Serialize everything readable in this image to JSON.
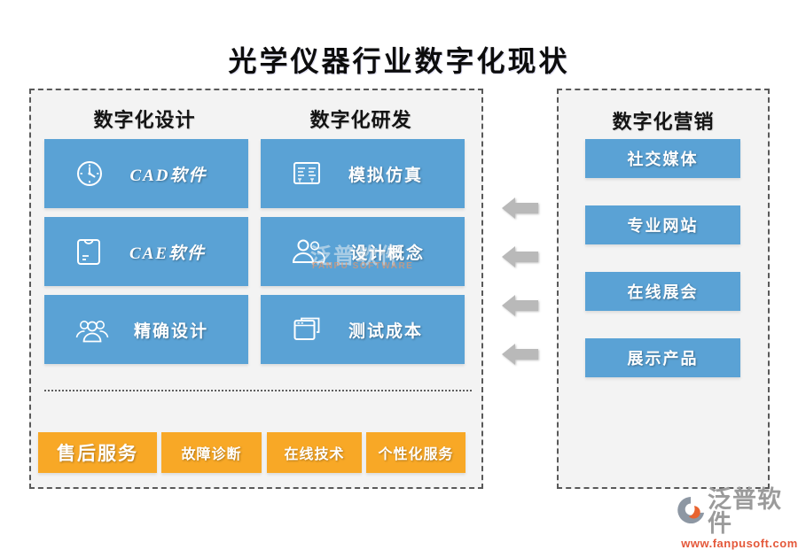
{
  "title": "光学仪器行业数字化现状",
  "left_panel": {
    "columns": [
      {
        "header": "数字化设计",
        "items": [
          {
            "label": "CAD软件",
            "icon": "clock-icon"
          },
          {
            "label": "CAE软件",
            "icon": "envelope-icon"
          },
          {
            "label": "精确设计",
            "icon": "team-icon"
          }
        ]
      },
      {
        "header": "数字化研发",
        "items": [
          {
            "label": "模拟仿真",
            "icon": "form-icon"
          },
          {
            "label": "设计概念",
            "icon": "users-icon"
          },
          {
            "label": "测试成本",
            "icon": "windows-icon"
          }
        ]
      }
    ],
    "service_buttons": [
      {
        "label": "售后服务"
      },
      {
        "label": "故障诊断"
      },
      {
        "label": "在线技术"
      },
      {
        "label": "个性化服务"
      }
    ]
  },
  "right_panel": {
    "header": "数字化营销",
    "items": [
      {
        "label": "社交媒体"
      },
      {
        "label": "专业网站"
      },
      {
        "label": "在线展会"
      },
      {
        "label": "展示产品"
      }
    ]
  },
  "watermark": {
    "cn": "泛普软件",
    "en": "FANPU SOFTWARE"
  },
  "logo": {
    "name": "泛普软件",
    "url": "www.fanpusoft.com"
  },
  "colors": {
    "button_blue": "#5aa2d5",
    "button_orange": "#f8a826",
    "panel_bg": "#f3f3f3",
    "panel_border": "#595959",
    "arrow_gray": "#b9b9b9",
    "logo_gray": "#9b9b9b",
    "logo_url_orange": "#e4583a"
  }
}
